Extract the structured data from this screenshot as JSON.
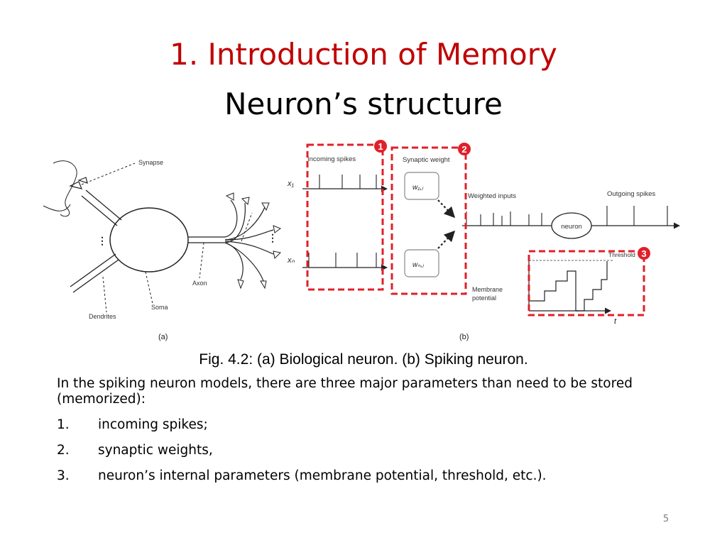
{
  "slide": {
    "title": "1. Introduction of Memory",
    "subtitle": "Neuron’s structure",
    "page_number": "5"
  },
  "figure": {
    "panel_a": {
      "label": "(a)",
      "parts": {
        "synapse": "Synapse",
        "axon": "Axon",
        "soma": "Soma",
        "dendrites": "Dendrites",
        "dots_left": "⋮",
        "dots_right": "⋮"
      }
    },
    "panel_b": {
      "label": "(b)",
      "incoming_spikes": "Incoming spikes",
      "synaptic_weight": "Synaptic weight",
      "x1": "x₁",
      "xn": "xₙ",
      "w1": "w₁,ⱼ",
      "wn": "wₙ,ⱼ",
      "weighted_inputs": "Weighted inputs",
      "outgoing_spikes": "Outgoing spikes",
      "neuron": "neuron",
      "threshold": "Threshold",
      "membrane_potential_line1": "Membrane",
      "membrane_potential_line2": "potential",
      "t_axis": "t"
    },
    "markers": [
      "1",
      "2",
      "3"
    ],
    "highlight_color": "#e0202a",
    "caption": "Fig. 4.2: (a) Biological neuron. (b) Spiking neuron."
  },
  "body": {
    "intro": "In the spiking neuron models, there are three major parameters than need to be stored (memorized):",
    "items": [
      {
        "num": "1.",
        "text": "incoming spikes;"
      },
      {
        "num": "2.",
        "text": "synaptic weights,"
      },
      {
        "num": "3.",
        "text": "neuron’s internal parameters (membrane potential, threshold, etc.)."
      }
    ]
  }
}
